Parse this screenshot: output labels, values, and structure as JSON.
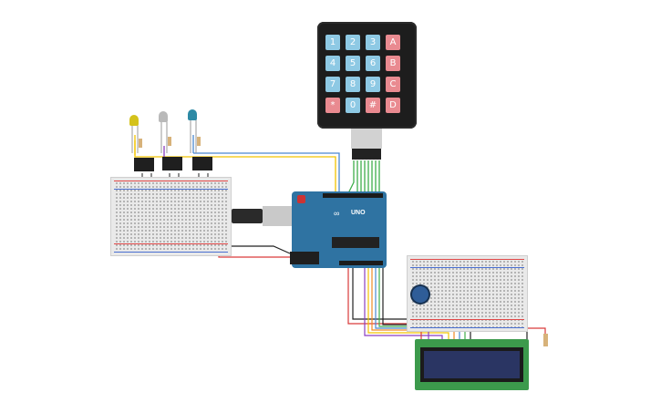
{
  "keypad": {
    "keys": [
      "1",
      "2",
      "3",
      "A",
      "4",
      "5",
      "6",
      "B",
      "7",
      "8",
      "9",
      "C",
      "*",
      "0",
      "#",
      "D"
    ],
    "fn_keys": [
      "A",
      "B",
      "C",
      "D",
      "*",
      "#"
    ]
  },
  "arduino": {
    "label": "UNO",
    "logo": "∞"
  },
  "colors": {
    "wire_yellow": "#f2c300",
    "wire_green": "#4caf50",
    "wire_red": "#d93a3a",
    "wire_black": "#222222",
    "wire_blue": "#4a88d0",
    "wire_purple": "#8b3fc0",
    "wire_orange": "#f08a24",
    "key_num": "#8ec9e4",
    "key_fn": "#e98a90",
    "board": "#2f73a2",
    "lcd_board": "#3c9a4c"
  }
}
